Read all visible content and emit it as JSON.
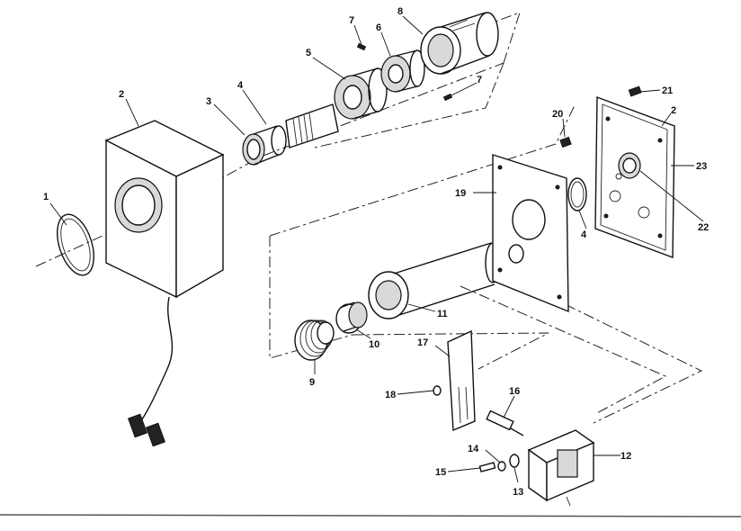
{
  "callouts": [
    "1",
    "2",
    "3",
    "4",
    "5",
    "6",
    "7",
    "8",
    "7",
    "2",
    "4",
    "9",
    "10",
    "11",
    "12",
    "13",
    "14",
    "15",
    "16",
    "17",
    "18",
    "19",
    "20",
    "21",
    "22",
    "23"
  ]
}
